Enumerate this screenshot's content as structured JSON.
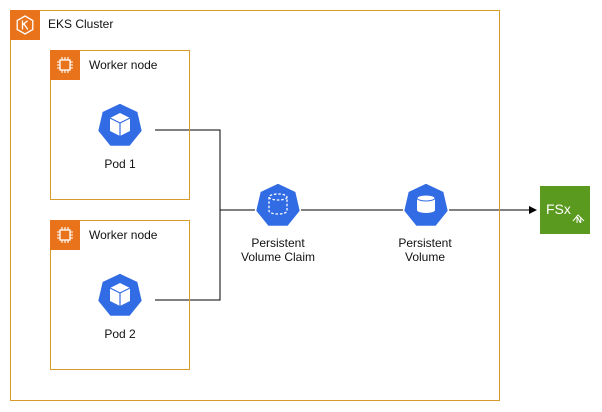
{
  "cluster": {
    "label": "EKS Cluster",
    "icon": "eks-icon"
  },
  "worker_nodes": [
    {
      "label": "Worker node",
      "icon": "ec2-instance-icon",
      "pod": {
        "label": "Pod 1",
        "icon": "kubernetes-pod-icon"
      }
    },
    {
      "label": "Worker node",
      "icon": "ec2-instance-icon",
      "pod": {
        "label": "Pod 2",
        "icon": "kubernetes-pod-icon"
      }
    }
  ],
  "pvc": {
    "line1": "Persistent",
    "line2": "Volume Claim",
    "icon": "kubernetes-pvc-icon"
  },
  "pv": {
    "line1": "Persistent",
    "line2": "Volume",
    "icon": "kubernetes-pv-icon"
  },
  "fsx": {
    "text": "FSx",
    "badge": "N",
    "icon": "amazon-fsx-netapp-ontap-icon"
  },
  "colors": {
    "border": "#d79a2c",
    "aws_orange": "#e8731b",
    "k8s_blue": "#326ce5",
    "fsx_green": "#5a9a1e"
  }
}
